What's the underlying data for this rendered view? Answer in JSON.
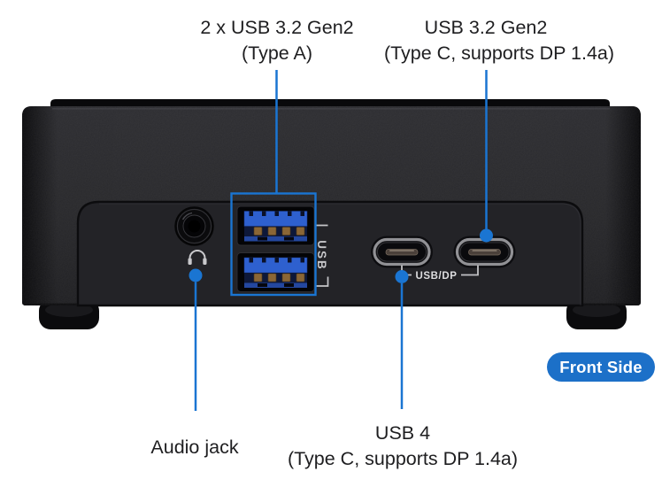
{
  "diagram": {
    "background": "#ffffff",
    "accent_color": "#1a75d2",
    "labels": {
      "usb_a": {
        "line1": "2 x USB 3.2 Gen2",
        "line2": "(Type A)"
      },
      "usb_c_gen2": {
        "line1": "USB 3.2 Gen2",
        "line2": "(Type C, supports DP 1.4a)"
      },
      "audio": {
        "line1": "Audio jack"
      },
      "usb4": {
        "line1": "USB 4",
        "line2": "(Type C, supports DP 1.4a)"
      }
    },
    "badge": {
      "label": "Front Side",
      "background": "#1c70c8",
      "text_color": "#ffffff"
    },
    "device": {
      "chassis_markings": {
        "usb_a_group": "USB",
        "usb_c_group": "USB/DP"
      },
      "colors": {
        "chassis_body": "#28282b",
        "usb_a_connector": "#2e60cf",
        "usb_c_rim": "#919195"
      }
    }
  }
}
